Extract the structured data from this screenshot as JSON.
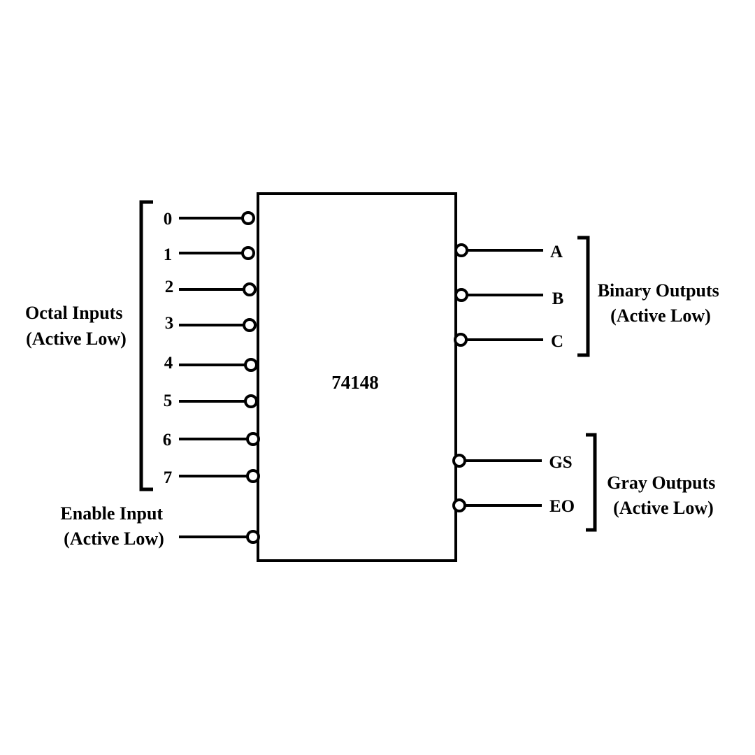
{
  "chip": {
    "label": "74148"
  },
  "octal_inputs": {
    "pins": [
      "0",
      "1",
      "2",
      "3",
      "4",
      "5",
      "6",
      "7"
    ],
    "group_label": [
      "Octal Inputs",
      "(Active Low)"
    ]
  },
  "enable_input": {
    "label": [
      "Enable Input",
      "(Active Low)"
    ]
  },
  "binary_outputs": {
    "pins": [
      "A",
      "B",
      "C"
    ],
    "group_label": [
      "Binary Outputs",
      "(Active Low)"
    ]
  },
  "gray_outputs": {
    "pins": [
      "GS",
      "EO"
    ],
    "group_label": [
      "Gray Outputs",
      "(Active Low)"
    ]
  }
}
